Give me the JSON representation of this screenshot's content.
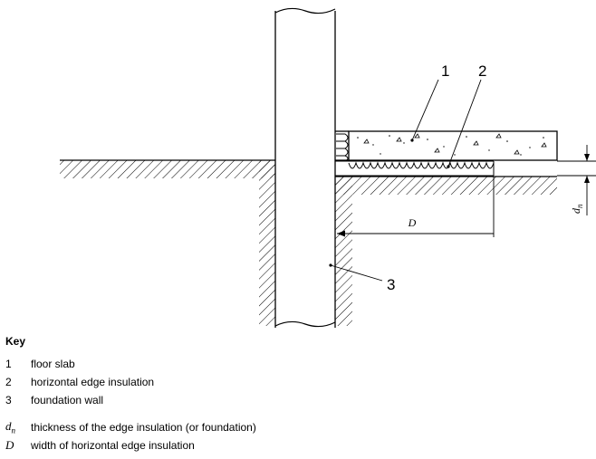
{
  "diagram": {
    "callouts": [
      "1",
      "2",
      "3"
    ],
    "dim_D": "D",
    "dim_dn": "d",
    "dim_dn_sub": "n"
  },
  "key": {
    "title": "Key",
    "items": [
      {
        "symbol": "1",
        "text": "floor slab"
      },
      {
        "symbol": "2",
        "text": "horizontal edge insulation"
      },
      {
        "symbol": "3",
        "text": "foundation wall"
      }
    ],
    "symbols": [
      {
        "symbol": "d",
        "sub": "n",
        "text": "thickness of the edge insulation (or foundation)"
      },
      {
        "symbol": "D",
        "sub": "",
        "text": "width of horizontal edge insulation"
      }
    ]
  }
}
